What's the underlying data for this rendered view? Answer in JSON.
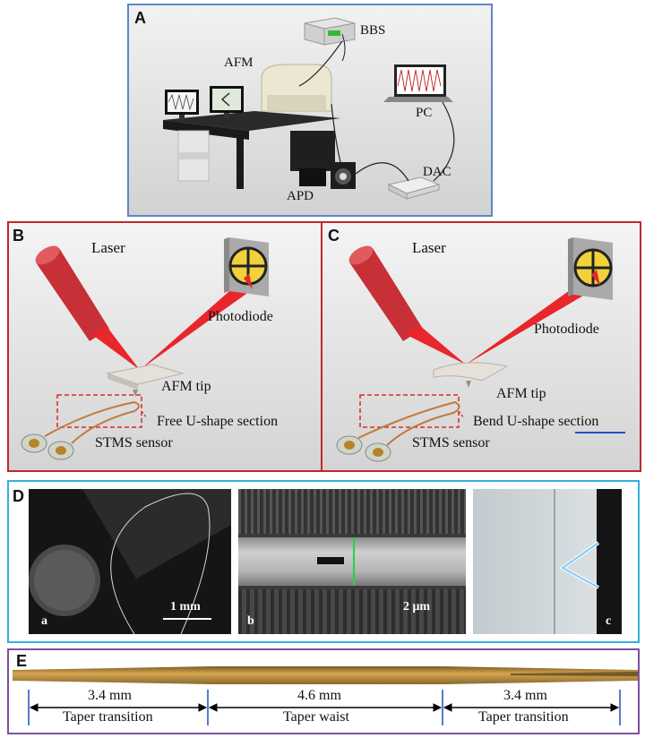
{
  "panel_a": {
    "label": "A",
    "afm": "AFM",
    "bbs": "BBS",
    "pc": "PC",
    "dac": "DAC",
    "apd": "APD"
  },
  "panel_b": {
    "label": "B",
    "laser": "Laser",
    "photodiode": "Photodiode",
    "afm_tip": "AFM tip",
    "section": "Free U-shape section",
    "sensor": "STMS sensor"
  },
  "panel_c": {
    "label": "C",
    "laser": "Laser",
    "photodiode": "Photodiode",
    "afm_tip": "AFM tip",
    "section_prefix": "Bend U-shape ",
    "section_word": "section",
    "sensor": "STMS sensor"
  },
  "panel_d": {
    "label": "D",
    "sub_a": "a",
    "sub_b": "b",
    "sub_c": "c",
    "scale_a": "1 mm",
    "scale_b": "2 μm"
  },
  "panel_e": {
    "label": "E",
    "segments": [
      {
        "length": "3.4 mm",
        "name": "Taper transition"
      },
      {
        "length": "4.6 mm",
        "name": "Taper waist"
      },
      {
        "length": "3.4 mm",
        "name": "Taper transition"
      }
    ]
  },
  "colors": {
    "panel_a_border": "#5b88c9",
    "panel_bc_border": "#c0282c",
    "panel_d_border": "#33b0e0",
    "panel_e_border": "#7d4fa2",
    "laser": "#d7333a",
    "beam": "#e8262c",
    "detector": "#f1d23a",
    "measure": "#1f4fc4"
  }
}
